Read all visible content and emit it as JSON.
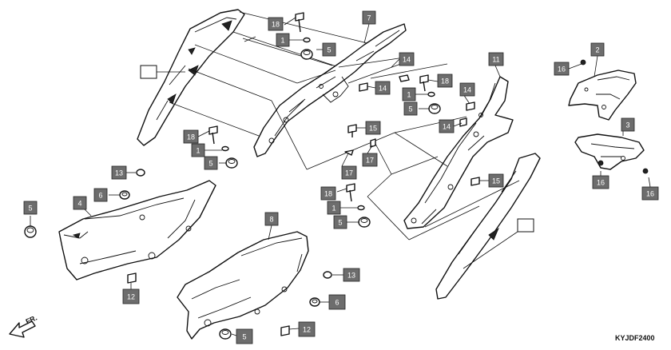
{
  "diagram": {
    "code": "KYJDF2400",
    "front_label": "FR.",
    "callouts": [
      {
        "id": "c18a",
        "label": "18"
      },
      {
        "id": "c1a",
        "label": "1"
      },
      {
        "id": "c5a",
        "label": "5"
      },
      {
        "id": "c7",
        "label": "7"
      },
      {
        "id": "c14a",
        "label": "14"
      },
      {
        "id": "c14b",
        "label": "14"
      },
      {
        "id": "c18b",
        "label": "18"
      },
      {
        "id": "c1b",
        "label": "1"
      },
      {
        "id": "c5b",
        "label": "5"
      },
      {
        "id": "c11",
        "label": "11"
      },
      {
        "id": "c14c",
        "label": "14"
      },
      {
        "id": "c14d",
        "label": "14"
      },
      {
        "id": "c15a",
        "label": "15"
      },
      {
        "id": "c16a",
        "label": "16"
      },
      {
        "id": "c2",
        "label": "2"
      },
      {
        "id": "c3",
        "label": "3"
      },
      {
        "id": "c18c",
        "label": "18"
      },
      {
        "id": "c1c",
        "label": "1"
      },
      {
        "id": "c5c",
        "label": "5"
      },
      {
        "id": "c17a",
        "label": "17"
      },
      {
        "id": "c17b",
        "label": "17"
      },
      {
        "id": "c13a",
        "label": "13"
      },
      {
        "id": "c6a",
        "label": "6"
      },
      {
        "id": "c4",
        "label": "4"
      },
      {
        "id": "c5d",
        "label": "5"
      },
      {
        "id": "c12a",
        "label": "12"
      },
      {
        "id": "c8",
        "label": "8"
      },
      {
        "id": "c18d",
        "label": "18"
      },
      {
        "id": "c1d",
        "label": "1"
      },
      {
        "id": "c5e",
        "label": "5"
      },
      {
        "id": "c15b",
        "label": "15"
      },
      {
        "id": "c16b",
        "label": "16"
      },
      {
        "id": "c16c",
        "label": "16"
      },
      {
        "id": "c13b",
        "label": "13"
      },
      {
        "id": "c6b",
        "label": "6"
      },
      {
        "id": "c12b",
        "label": "12"
      },
      {
        "id": "c5f",
        "label": "5"
      }
    ]
  }
}
